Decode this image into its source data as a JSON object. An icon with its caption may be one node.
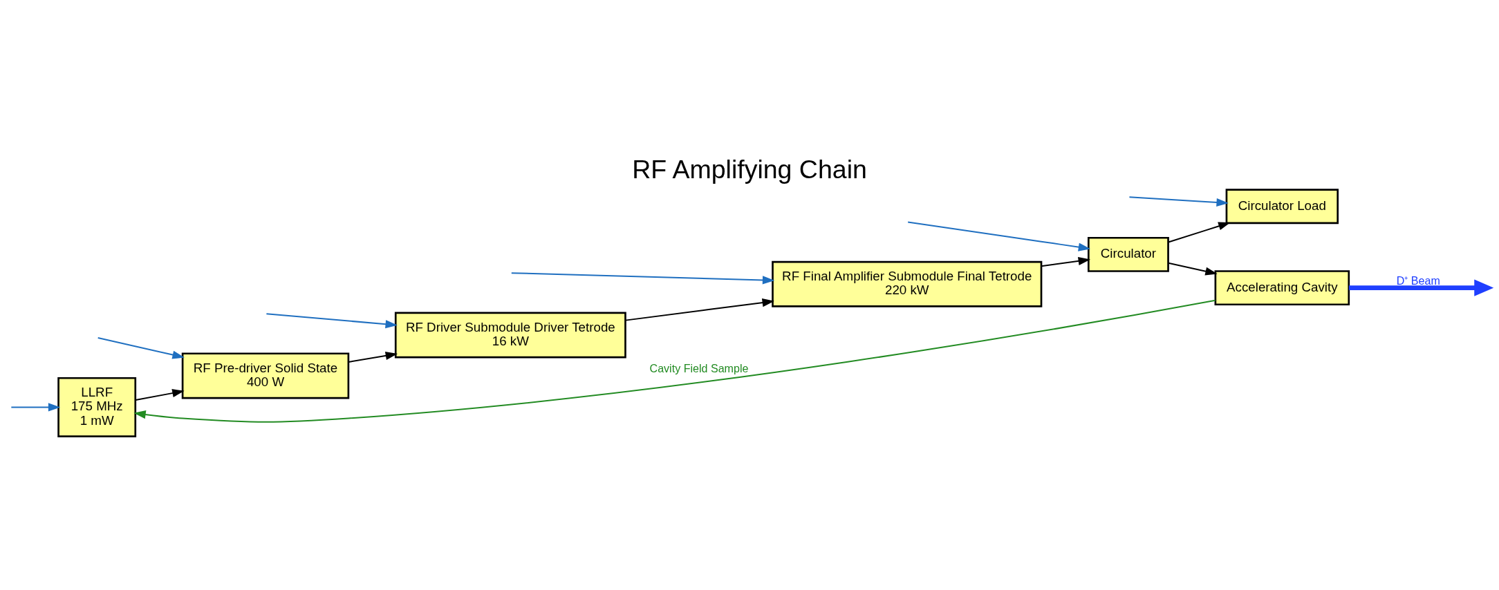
{
  "diagram": {
    "title": "RF Amplifying Chain",
    "nodes": [
      {
        "text": [
          "LLRF",
          "175 MHz",
          "1 mW"
        ]
      },
      {
        "text": [
          "RF Pre-driver Solid State",
          "400 W"
        ]
      },
      {
        "text": [
          "RF Driver Submodule Driver Tetrode",
          "16 kW"
        ]
      },
      {
        "text": [
          "RF Final Amplifier Submodule Final Tetrode",
          "220 kW"
        ]
      },
      {
        "text": [
          "Circulator"
        ]
      },
      {
        "text": [
          "Accelerating Cavity"
        ]
      },
      {
        "text": [
          "Circulator Load"
        ]
      }
    ],
    "edges": [
      {
        "from": 0,
        "to": 1,
        "arrow": "to"
      },
      {
        "from": 1,
        "to": 2,
        "arrow": "to"
      },
      {
        "from": 2,
        "to": 3,
        "arrow": "to"
      },
      {
        "from": 3,
        "to": 4,
        "arrow": "to"
      },
      {
        "from": 4,
        "to": 5,
        "arrow": "to"
      },
      {
        "from": 4,
        "to": 6,
        "arrow": "to"
      },
      {
        "from": 5,
        "to": 0,
        "arrow": "to",
        "label": "Cavity Field Sample",
        "color": "#228b22"
      },
      {
        "from": 5,
        "to": null,
        "arrow": "to",
        "label": "D⁺ Beam",
        "style": "thick",
        "color": "#1f3fff"
      },
      {
        "from": null,
        "to": 0,
        "arrow": "to",
        "color": "#1f6fc0"
      },
      {
        "from": null,
        "to": 1,
        "arrow": "to",
        "color": "#1f6fc0"
      },
      {
        "from": null,
        "to": 2,
        "arrow": "to",
        "color": "#1f6fc0"
      },
      {
        "from": null,
        "to": 3,
        "arrow": "to",
        "color": "#1f6fc0"
      },
      {
        "from": null,
        "to": 4,
        "arrow": "to",
        "color": "#1f6fc0"
      },
      {
        "from": null,
        "to": 6,
        "arrow": "to",
        "color": "#1f6fc0"
      }
    ]
  }
}
